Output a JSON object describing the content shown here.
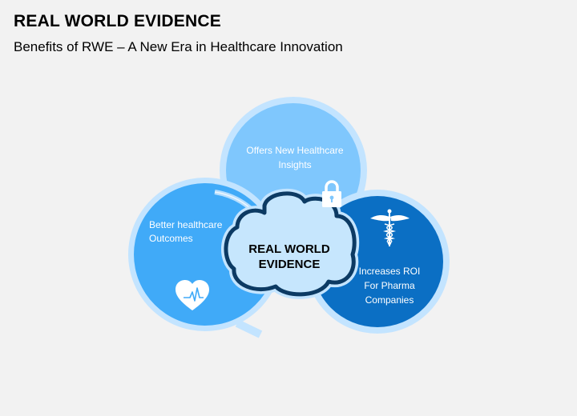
{
  "header": {
    "title": "REAL WORLD EVIDENCE",
    "subtitle": "Benefits of RWE – A New Era in Healthcare Innovation"
  },
  "center": {
    "line1": "REAL WORLD",
    "line2": "EVIDENCE"
  },
  "circles": [
    {
      "id": "top",
      "line1": "Offers New Healthcare",
      "line2": "Insights",
      "icon": "lock-icon",
      "fill": "#7fc7fd"
    },
    {
      "id": "left",
      "line1": "Better healthcare",
      "line2": "Outcomes",
      "icon": "heart-pulse-icon",
      "fill": "#40aaf8"
    },
    {
      "id": "right",
      "line1": "Increases ROI",
      "line2": "For Pharma",
      "line3": "Companies",
      "icon": "caduceus-icon",
      "fill": "#0b6fc4"
    }
  ],
  "colors": {
    "background": "#f2f2f2",
    "ring": "#c3e4ff",
    "cloud_fill": "#c6e6fd",
    "cloud_stroke": "#0c3a63",
    "text_dark": "#000000",
    "text_light": "#ffffff"
  }
}
